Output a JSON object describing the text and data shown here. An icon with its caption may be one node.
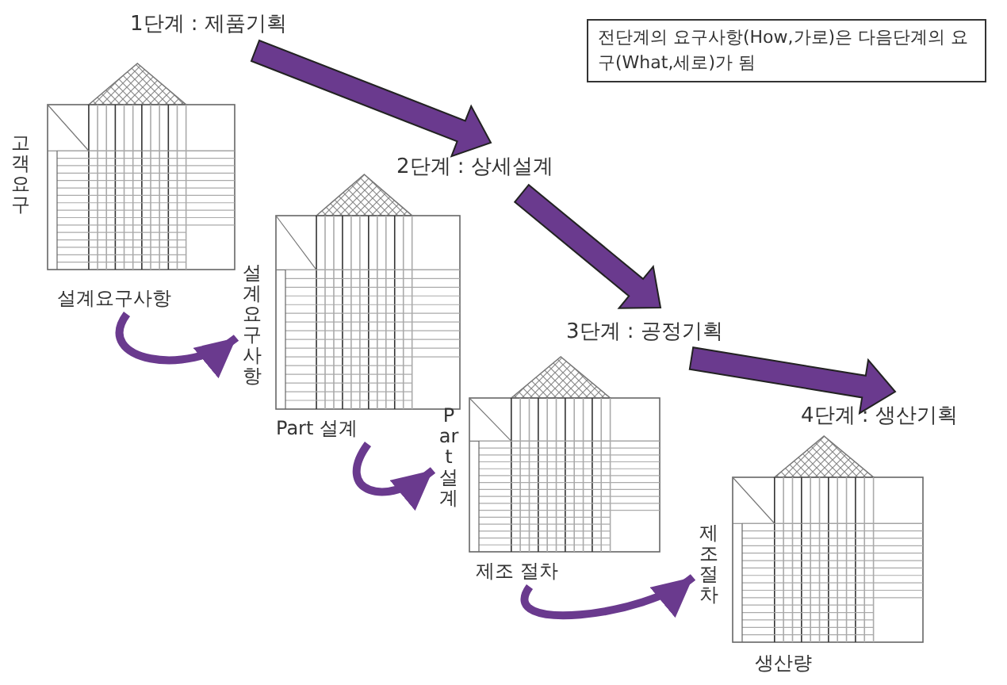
{
  "diagram": {
    "nodes": [
      {
        "text": [
          "1단계 : 제품기획"
        ]
      },
      {
        "text": [
          "2단계 : 상세설계"
        ]
      },
      {
        "text": [
          "3단계 : 공정기획"
        ]
      },
      {
        "text": [
          "4단계 : 생산기획"
        ]
      },
      {
        "text": [
          "설계요구사항"
        ]
      },
      {
        "text": [
          "설계요구사항"
        ]
      },
      {
        "text": [
          "Part 설계"
        ]
      },
      {
        "text": [
          "Part 설계"
        ]
      },
      {
        "text": [
          "제조 절차"
        ]
      },
      {
        "text": [
          "제조절차"
        ]
      },
      {
        "text": [
          "전단계의 요구사항(How,가로)은 다음단계의 요구(What,세로)가 됨"
        ]
      }
    ],
    "edges": [
      {
        "from": 0,
        "to": 1,
        "arrow": "to",
        "style": "thick"
      },
      {
        "from": 1,
        "to": 2,
        "arrow": "to",
        "style": "thick"
      },
      {
        "from": 2,
        "to": 3,
        "arrow": "to",
        "style": "thick"
      },
      {
        "from": 4,
        "to": 5,
        "arrow": "to"
      },
      {
        "from": 6,
        "to": 7,
        "arrow": "to"
      },
      {
        "from": 8,
        "to": 9,
        "arrow": "to"
      }
    ],
    "labels": [
      "고객요구",
      "생산량"
    ]
  }
}
